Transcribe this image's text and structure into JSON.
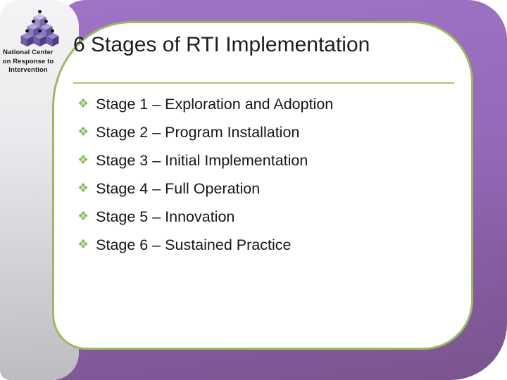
{
  "slide": {
    "title": "6 Stages of RTI Implementation",
    "bullet_glyph": "❖",
    "bullets": [
      "Stage 1 – Exploration and Adoption",
      "Stage 2 – Program Installation",
      "Stage 3 – Initial Implementation",
      "Stage 4 – Full Operation",
      "Stage 5 – Innovation",
      "Stage 6 – Sustained Practice"
    ]
  },
  "sidebar": {
    "logo_icon": "cube-pyramid-icon",
    "logo_lines": [
      "National Center",
      "on Response to",
      "Intervention"
    ]
  },
  "colors": {
    "background_purple": "#9a6fc0",
    "background_purple_dark": "#7a548e",
    "frame_green": "#9bba62",
    "rule_green": "#aac778",
    "bullet_green": "#8fbd5e",
    "sidebar_gray": "#d2d1d5",
    "title_text": "#1d1d1d"
  }
}
